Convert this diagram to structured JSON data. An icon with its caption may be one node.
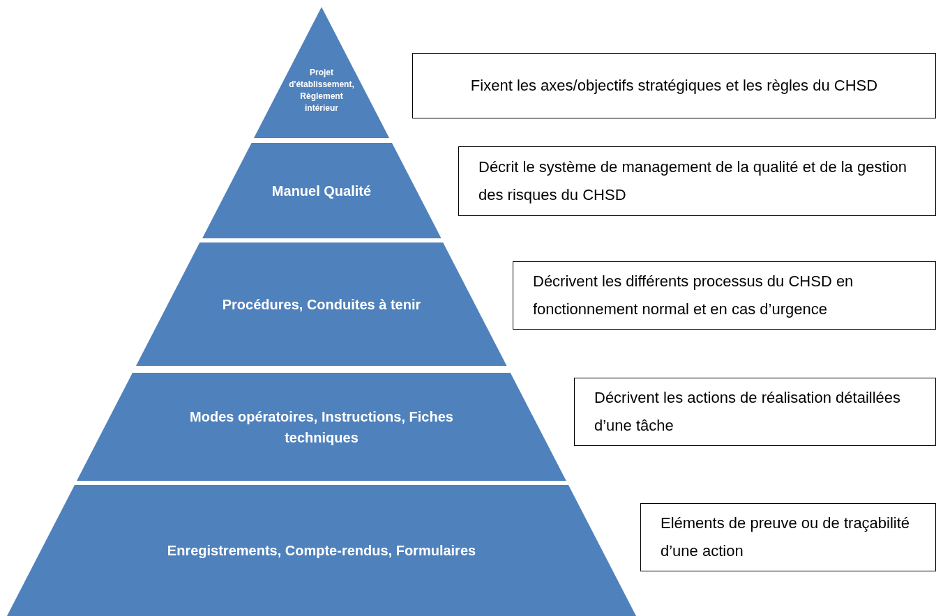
{
  "diagram": {
    "nodes": [
      {
        "text": [
          "Projet d'établissement, Règlement intérieur"
        ]
      },
      {
        "text": [
          "Manuel Qualité"
        ]
      },
      {
        "text": [
          "Procédures, Conduites à tenir"
        ]
      },
      {
        "text": [
          "Modes opératoires, Instructions, Fiches techniques"
        ]
      },
      {
        "text": [
          "Enregistrements, Compte-rendus, Formulaires"
        ]
      },
      {
        "text": [
          "Fixent les axes/objectifs stratégiques et les règles du CHSD"
        ]
      },
      {
        "text": [
          "Décrit le système de management de la qualité et de la gestion des risques du CHSD"
        ]
      },
      {
        "text": [
          "Décrivent les différents processus du CHSD en fonctionnement normal et en cas d’urgence"
        ]
      },
      {
        "text": [
          "Décrivent les actions de réalisation détaillées d’une tâche"
        ]
      },
      {
        "text": [
          "Eléments de preuve ou de traçabilité d’une action"
        ]
      }
    ]
  }
}
